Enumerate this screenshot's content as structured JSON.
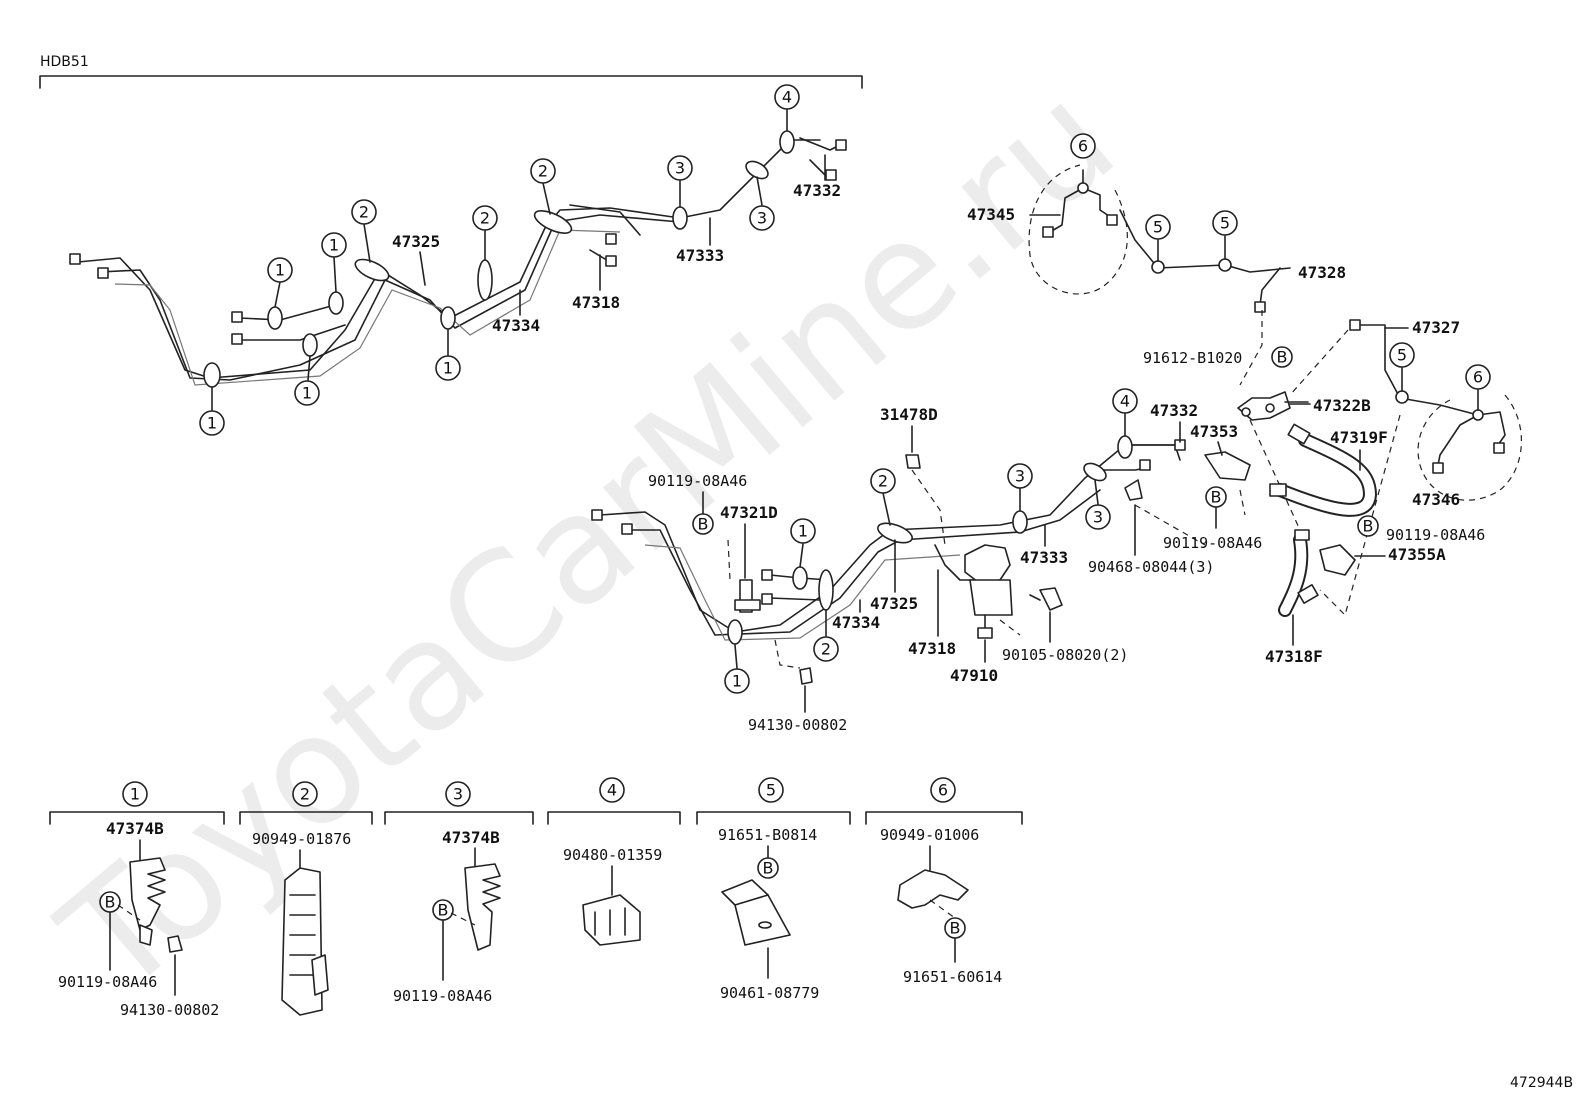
{
  "model_label": "HDB51",
  "watermark": "ToyotaCarMine.ru",
  "figure_code": "472944B",
  "bolt_mark": "B",
  "callouts": [
    "1",
    "2",
    "3",
    "4",
    "5",
    "6"
  ],
  "parts": {
    "p47325": "47325",
    "p47334": "47334",
    "p47318": "47318",
    "p47333": "47333",
    "p47332": "47332",
    "p47345": "47345",
    "p47328": "47328",
    "p47327": "47327",
    "p91612": "91612-B1020",
    "p47322B": "47322B",
    "p47319F": "47319F",
    "p47346": "47346",
    "p90119a": "90119-08A46",
    "p47355A": "47355A",
    "p47318F": "47318F",
    "p47353": "47353",
    "p31478D": "31478D",
    "p47321D": "47321D",
    "p90468": "90468-08044(3)",
    "p90105": "90105-08020(2)",
    "p47910": "47910",
    "p94130": "94130-00802"
  },
  "legend": {
    "g1": {
      "num": "1",
      "part": "47374B",
      "bolt": "90119-08A46",
      "nut": "94130-00802"
    },
    "g2": {
      "num": "2",
      "part": "90949-01876"
    },
    "g3": {
      "num": "3",
      "part": "47374B",
      "bolt": "90119-08A46"
    },
    "g4": {
      "num": "4",
      "part": "90480-01359"
    },
    "g5": {
      "num": "5",
      "part": "91651-B0814",
      "sub": "90461-08779"
    },
    "g6": {
      "num": "6",
      "part": "90949-01006",
      "bolt": "91651-60614"
    }
  }
}
